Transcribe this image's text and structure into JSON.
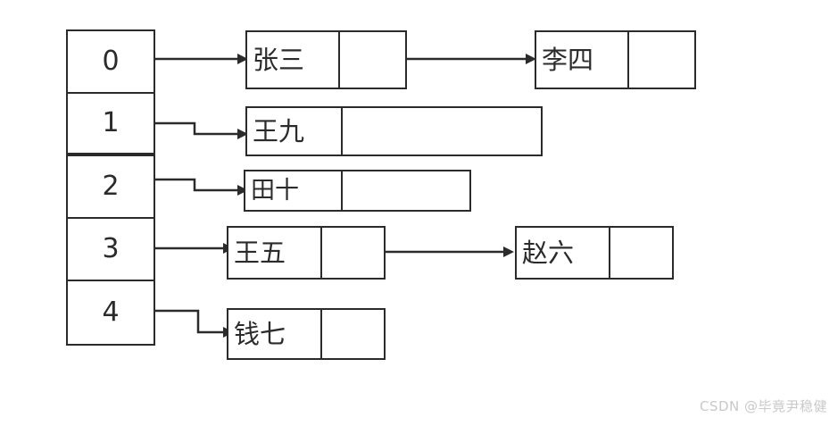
{
  "diagram": {
    "type": "hash-table-separate-chaining",
    "stroke_color": "#2b2b2b",
    "background": "#ffffff",
    "buckets": [
      {
        "index": "0"
      },
      {
        "index": "1"
      },
      {
        "index": "2"
      },
      {
        "index": "3"
      },
      {
        "index": "4"
      }
    ],
    "chains": [
      {
        "bucket": "0",
        "nodes": [
          {
            "name": "张三",
            "pointer": ""
          },
          {
            "name": "李四",
            "pointer": ""
          }
        ]
      },
      {
        "bucket": "1",
        "nodes": [
          {
            "name": "王九",
            "pointer": ""
          }
        ]
      },
      {
        "bucket": "2",
        "nodes": [
          {
            "name": "田十",
            "pointer": ""
          }
        ]
      },
      {
        "bucket": "3",
        "nodes": [
          {
            "name": "王五",
            "pointer": ""
          },
          {
            "name": "赵六",
            "pointer": ""
          }
        ]
      },
      {
        "bucket": "4",
        "nodes": [
          {
            "name": "钱七",
            "pointer": ""
          }
        ]
      }
    ]
  },
  "watermark": {
    "text": "CSDN @毕竟尹稳健"
  }
}
